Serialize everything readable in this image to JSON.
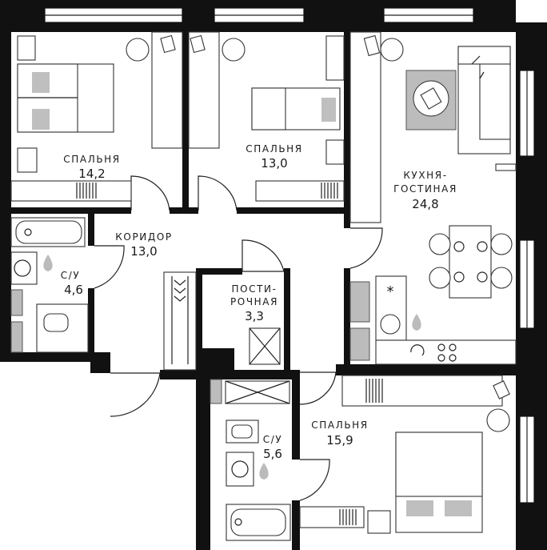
{
  "rooms": [
    {
      "id": "bedroom-1",
      "name": "СПАЛЬНЯ",
      "area": "14,2"
    },
    {
      "id": "bedroom-2",
      "name": "СПАЛЬНЯ",
      "area": "13,0"
    },
    {
      "id": "kitchen-living",
      "name_line1": "КУХНЯ-",
      "name_line2": "ГОСТИНАЯ",
      "area": "24,8"
    },
    {
      "id": "corridor",
      "name": "КОРИДОР",
      "area": "13,0"
    },
    {
      "id": "bathroom-1",
      "name": "С/У",
      "area": "4,6"
    },
    {
      "id": "laundry",
      "name_line1": "ПОСТИ-",
      "name_line2": "РОЧНАЯ",
      "area": "3,3"
    },
    {
      "id": "bathroom-2",
      "name": "С/У",
      "area": "5,6"
    },
    {
      "id": "bedroom-3",
      "name": "СПАЛЬНЯ",
      "area": "15,9"
    }
  ],
  "symbols": {
    "star": "*"
  },
  "colors": {
    "wall": "#111111",
    "accent_gray": "#bcbcbc",
    "background": "#ffffff"
  },
  "icons": [
    "water-drop-icon",
    "armchair-icon",
    "washing-machine-icon",
    "hob-icon",
    "radiator-icon"
  ]
}
